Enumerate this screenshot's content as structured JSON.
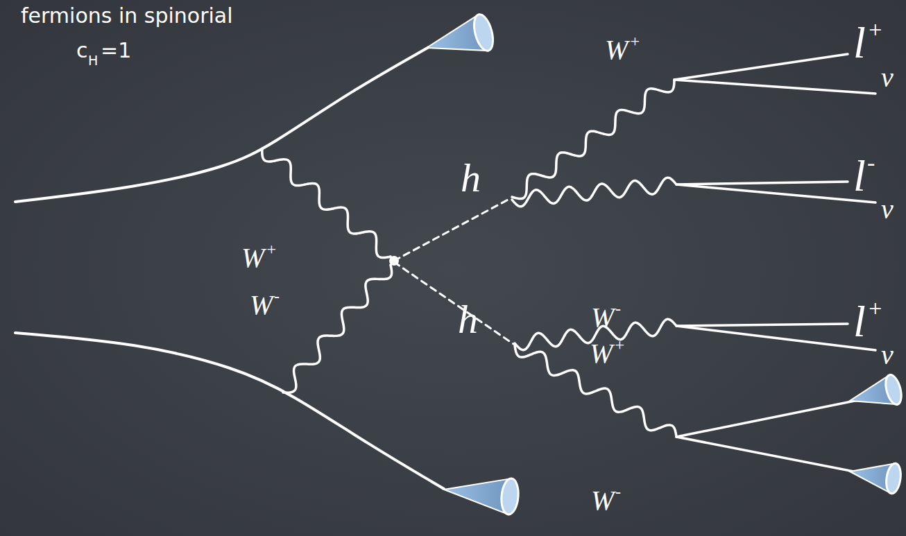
{
  "diagram": {
    "labels": [
      "fermions in spinorial",
      "c",
      "H",
      "=1",
      "W",
      "+",
      "W",
      "+",
      "W",
      "-",
      "W",
      "-",
      "W",
      "+",
      "W",
      "-",
      "h",
      "h",
      "l",
      "+",
      "ν",
      "l",
      "-",
      "ν",
      "l",
      "+",
      "ν"
    ]
  }
}
